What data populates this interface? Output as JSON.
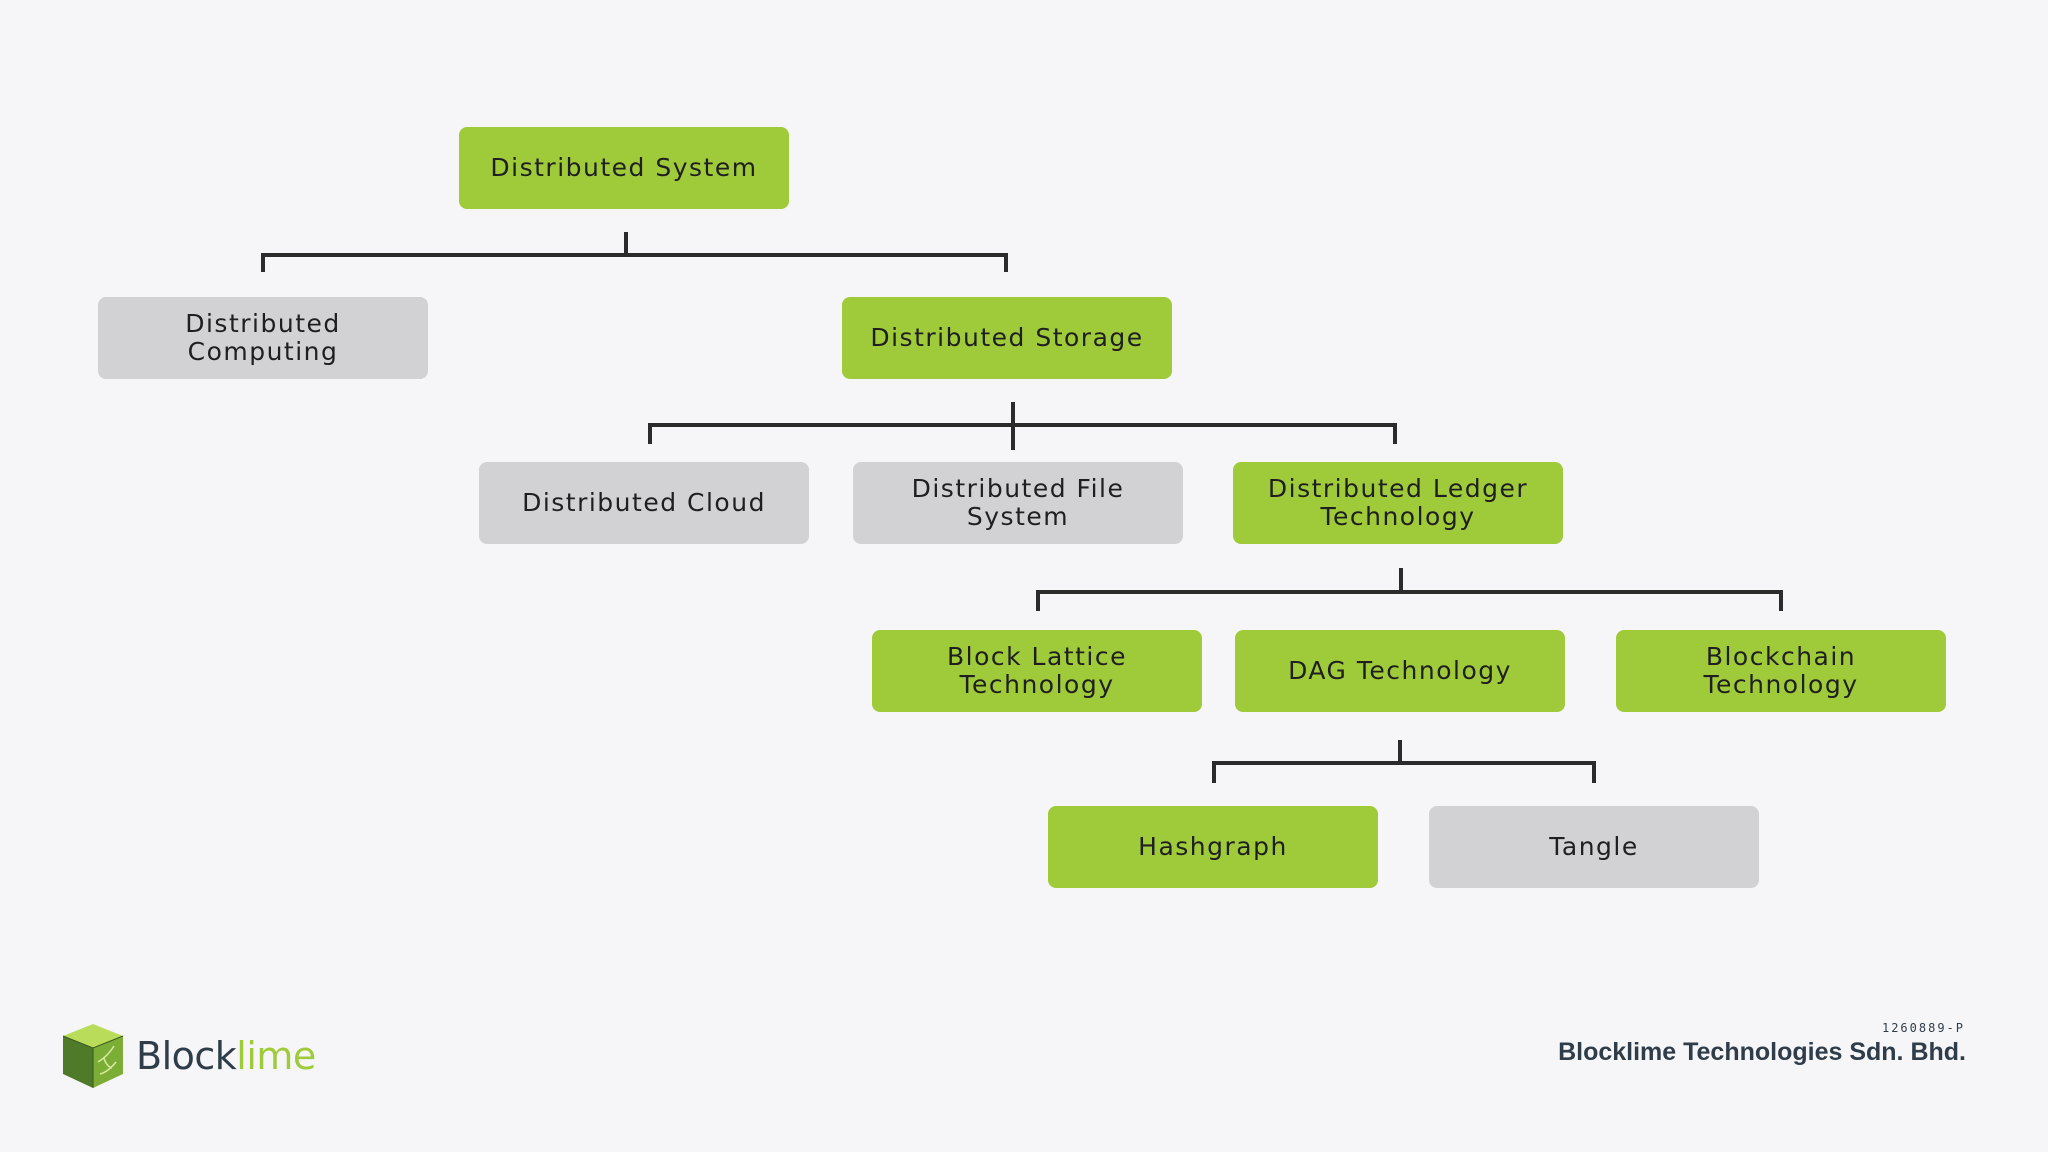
{
  "diagram": {
    "nodes": {
      "distributed_system": "Distributed System",
      "distributed_computing": "Distributed Computing",
      "distributed_storage": "Distributed Storage",
      "distributed_cloud": "Distributed Cloud",
      "distributed_file_system": "Distributed File System",
      "distributed_ledger": [
        "Distributed Ledger",
        "Technology"
      ],
      "block_lattice": [
        "Block Lattice",
        "Technology"
      ],
      "dag": "DAG Technology",
      "blockchain": "Blockchain Technology",
      "hashgraph": "Hashgraph",
      "tangle": "Tangle"
    },
    "colors": {
      "highlight": "#9fcb3b",
      "neutral": "#d2d2d4",
      "connector": "#2b2b2b"
    }
  },
  "footer": {
    "logo_part1": "Block",
    "logo_part2": "lime",
    "company_reg": "1260889-P",
    "company_name": "Blocklime Technologies Sdn. Bhd."
  }
}
